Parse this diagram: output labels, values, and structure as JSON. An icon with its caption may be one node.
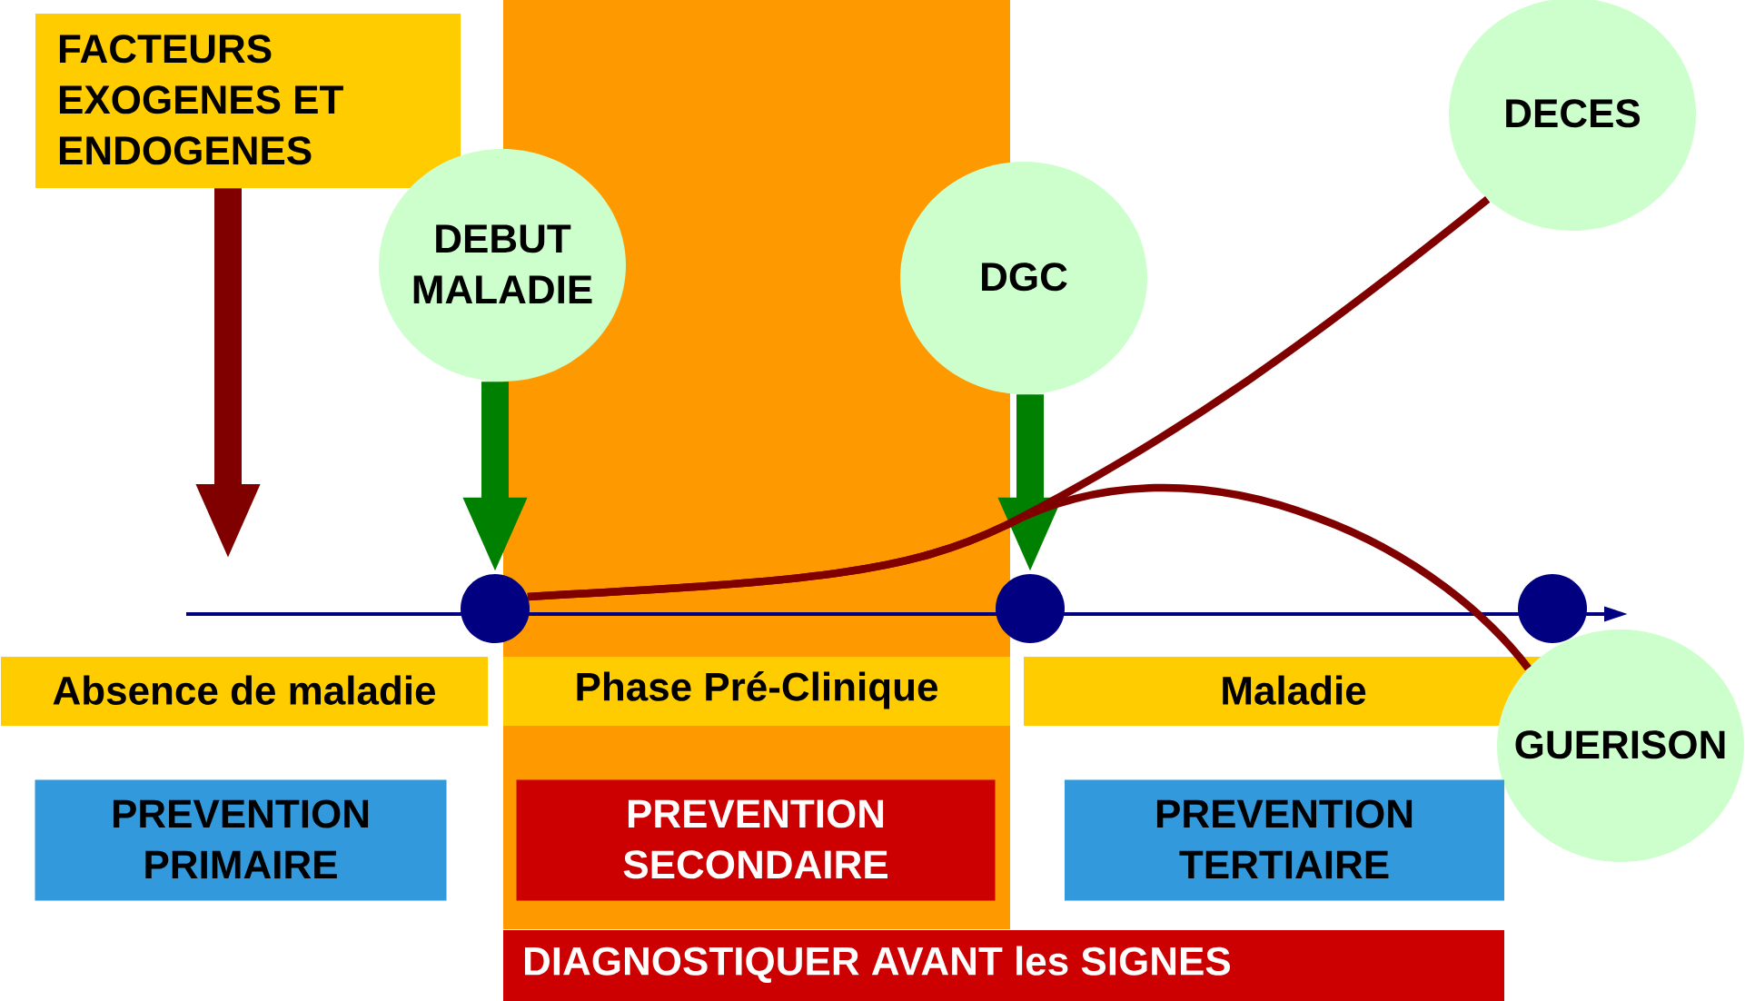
{
  "diagram": {
    "nodes": [
      {
        "text": [
          "FACTEURS EXOGENES ET ENDOGENES"
        ]
      },
      {
        "text": [
          "DEBUT MALADIE"
        ]
      },
      {
        "text": [
          "DGC"
        ]
      },
      {
        "text": [
          "DECES"
        ]
      },
      {
        "text": [],
        "shape": "circle"
      },
      {
        "text": [],
        "shape": "circle"
      },
      {
        "text": [],
        "shape": "circle"
      },
      {
        "text": [
          "Absence de maladie"
        ]
      },
      {
        "text": [
          "Phase Pré-Clinique"
        ]
      },
      {
        "text": [
          "Maladie"
        ]
      },
      {
        "text": [
          "GUERISON"
        ]
      },
      {
        "text": [
          "PREVENTION PRIMAIRE"
        ]
      },
      {
        "text": [
          "PREVENTION SECONDAIRE"
        ]
      },
      {
        "text": [
          "PREVENTION TERTIAIRE"
        ]
      },
      {
        "text": [
          "DIAGNOSTIQUER AVANT les SIGNES"
        ]
      }
    ],
    "edges": [
      {
        "from": 0,
        "to": null,
        "arrow": "to",
        "color": "#800000"
      },
      {
        "from": 1,
        "to": 4,
        "arrow": "to",
        "color": "#008000"
      },
      {
        "from": 2,
        "to": 5,
        "arrow": "to",
        "color": "#008000"
      },
      {
        "from": 4,
        "to": 3,
        "arrow": "none",
        "color": "#800000"
      },
      {
        "from": 4,
        "to": 10,
        "arrow": "none",
        "color": "#800000"
      }
    ]
  }
}
